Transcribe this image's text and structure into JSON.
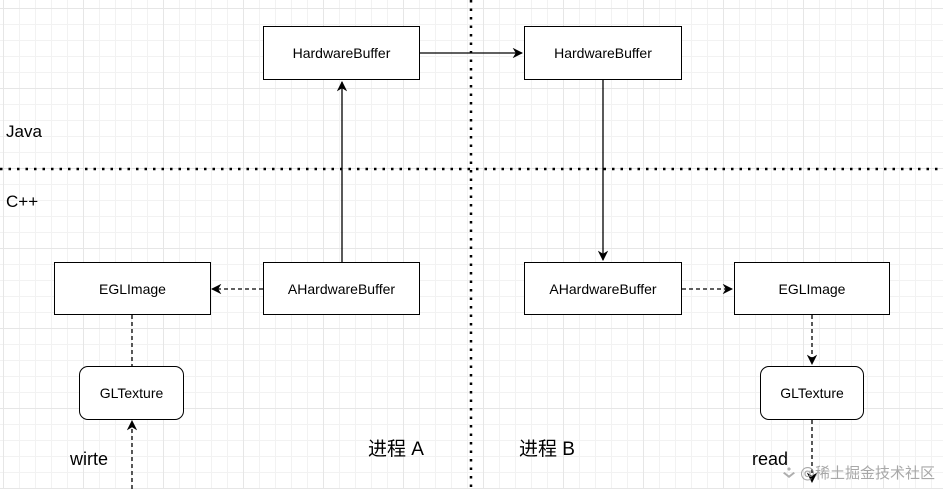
{
  "regions": {
    "java": "Java",
    "cpp": "C++",
    "process_a": "进程 A",
    "process_b": "进程 B"
  },
  "nodes": {
    "hb_a": "HardwareBuffer",
    "hb_b": "HardwareBuffer",
    "ahb_a": "AHardwareBuffer",
    "ahb_b": "AHardwareBuffer",
    "egl_a": "EGLImage",
    "egl_b": "EGLImage",
    "tex_a": "GLTexture",
    "tex_b": "GLTexture"
  },
  "edge_labels": {
    "write": "wirte",
    "read": "read"
  },
  "watermark": {
    "text": "@稀土掘金技术社区",
    "icon": "juejin-logo-icon"
  }
}
